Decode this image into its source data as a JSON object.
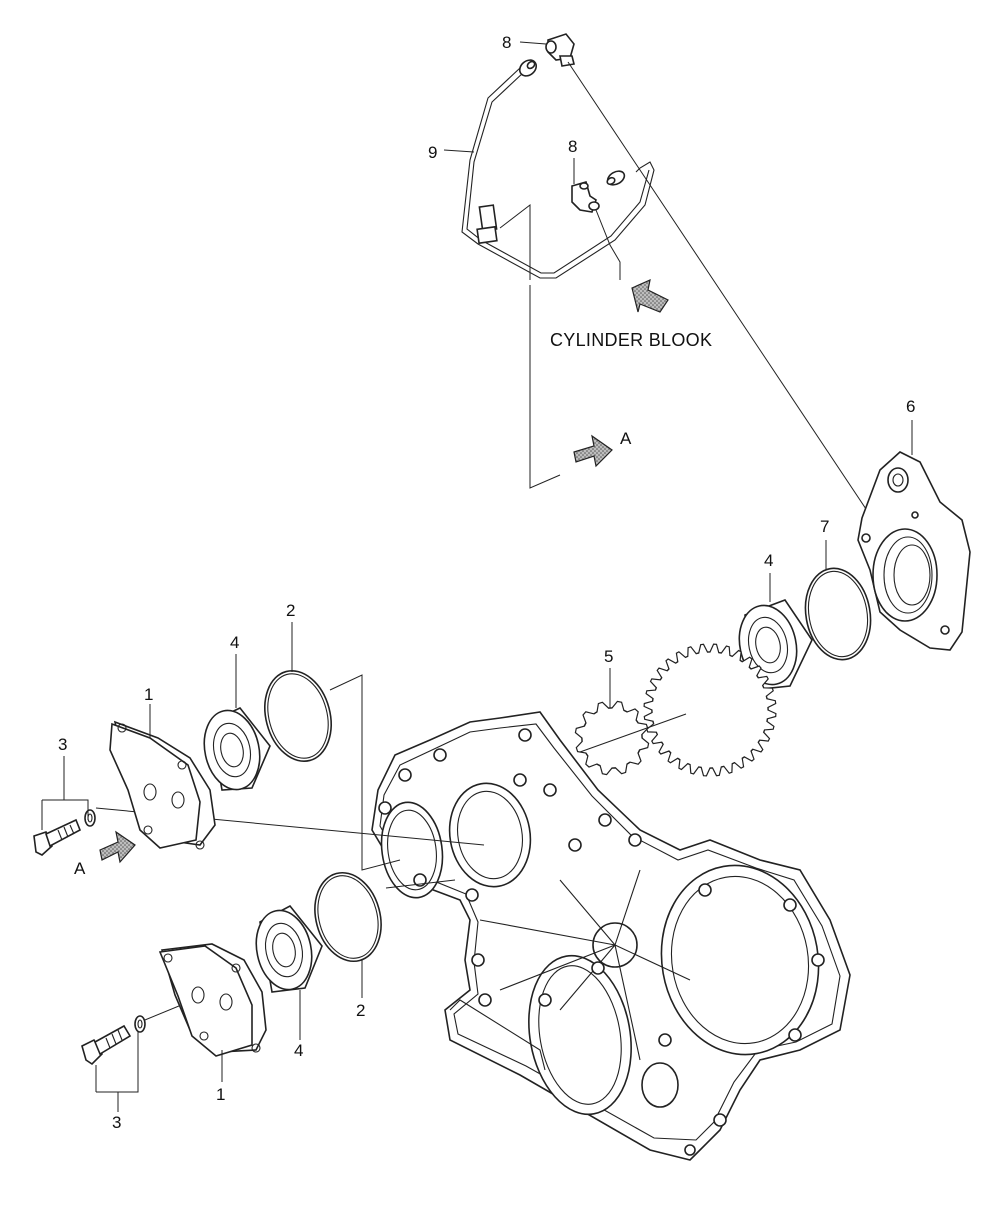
{
  "diagram": {
    "callouts": [
      {
        "id": "c8a",
        "label": "8"
      },
      {
        "id": "c9",
        "label": "9"
      },
      {
        "id": "c8b",
        "label": "8"
      },
      {
        "id": "c6",
        "label": "6"
      },
      {
        "id": "c7",
        "label": "7"
      },
      {
        "id": "c4r",
        "label": "4"
      },
      {
        "id": "c5",
        "label": "5"
      },
      {
        "id": "c2t",
        "label": "2"
      },
      {
        "id": "c4t",
        "label": "4"
      },
      {
        "id": "c1t",
        "label": "1"
      },
      {
        "id": "c3t",
        "label": "3"
      },
      {
        "id": "c2b",
        "label": "2"
      },
      {
        "id": "c4b",
        "label": "4"
      },
      {
        "id": "c1b",
        "label": "1"
      },
      {
        "id": "c3b",
        "label": "3"
      }
    ],
    "view_label_right": "A",
    "view_label_left": "A",
    "caption": "CYLINDER BLOOK"
  }
}
